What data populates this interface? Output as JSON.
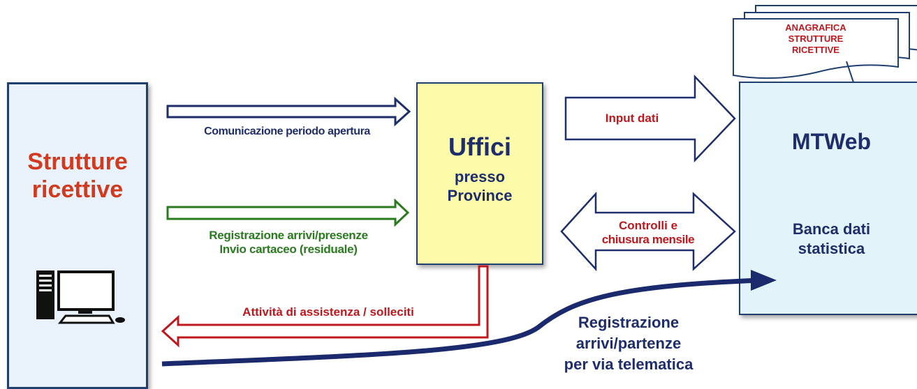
{
  "left_box": {
    "title_line1": "Strutture",
    "title_line2": "ricettive"
  },
  "middle_box": {
    "title": "Uffici",
    "subtitle_line1": "presso",
    "subtitle_line2": "Province"
  },
  "right_box": {
    "title": "MTWeb",
    "subtitle_line1": "Banca dati",
    "subtitle_line2": "statistica"
  },
  "document_stack": {
    "line1": "ANAGRAFICA",
    "line2": "STRUTTURE",
    "line3": "RICETTIVE"
  },
  "arrows": {
    "comunicazione": "Comunicazione periodo apertura",
    "registrazione_line1": "Registrazione arrivi/presenze",
    "registrazione_line2": "Invio cartaceo (residuale)",
    "assistenza": "Attività di assistenza /  solleciti",
    "input": "Input dati",
    "controlli_line1": "Controlli e",
    "controlli_line2": "chiusura mensile",
    "telematica_line1": "Registrazione",
    "telematica_line2": "arrivi/partenze",
    "telematica_line3": "per via telematica"
  },
  "colors": {
    "navy": "#1e2d6b",
    "red": "#c0171c",
    "green": "#2a7a1f",
    "title_red": "#d13a1e"
  }
}
